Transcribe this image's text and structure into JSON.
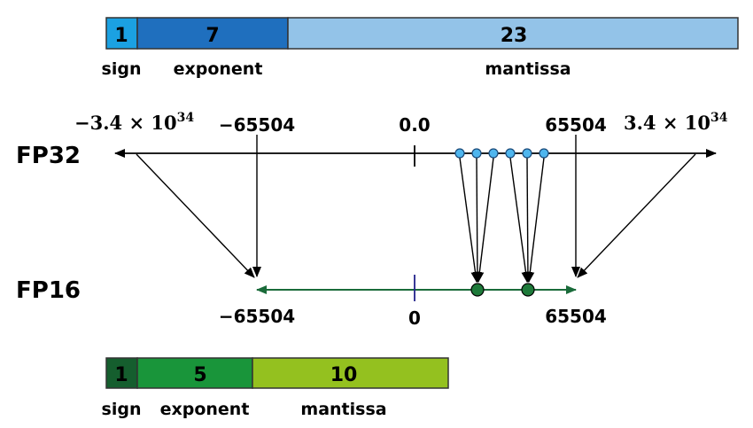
{
  "fp32_format": {
    "sign_bits": "1",
    "exponent_bits": "7",
    "mantissa_bits": "23",
    "sign_label": "sign",
    "exponent_label": "exponent",
    "mantissa_label": "mantissa",
    "colors": {
      "sign": "#1ba1e2",
      "exponent": "#1f6fbe",
      "mantissa": "#93c3e8"
    }
  },
  "fp32_line": {
    "name": "FP32",
    "neg_max_base": "−3.4 × 10",
    "neg_max_exp": "34",
    "neg_fp16_max": "−65504",
    "zero": "0.0",
    "pos_fp16_max": "65504",
    "pos_max_base": "3.4 × 10",
    "pos_max_exp": "34"
  },
  "fp16_line": {
    "name": "FP16",
    "neg_max": "−65504",
    "zero": "0",
    "pos_max": "65504",
    "line_color": "#1a6b3a"
  },
  "fp16_format": {
    "sign_bits": "1",
    "exponent_bits": "5",
    "mantissa_bits": "10",
    "sign_label": "sign",
    "exponent_label": "exponent",
    "mantissa_label": "mantissa",
    "colors": {
      "sign": "#155e2e",
      "exponent": "#19953a",
      "mantissa": "#94c11f"
    }
  }
}
